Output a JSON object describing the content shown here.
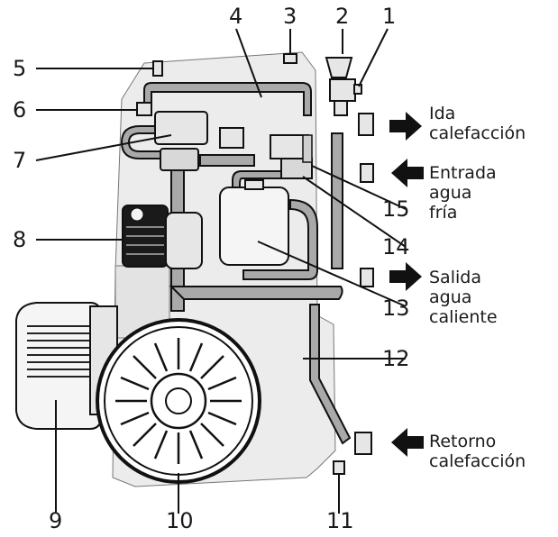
{
  "callouts": {
    "c1": "1",
    "c2": "2",
    "c3": "3",
    "c4": "4",
    "c5": "5",
    "c6": "6",
    "c7": "7",
    "c8": "8",
    "c9": "9",
    "c10": "10",
    "c11": "11",
    "c12": "12",
    "c13": "13",
    "c14": "14",
    "c15": "15"
  },
  "labels": {
    "ida": [
      "Ida",
      "calefacción"
    ],
    "entrada": [
      "Entrada",
      "agua",
      "fría"
    ],
    "salida": [
      "Salida",
      "agua",
      "caliente"
    ],
    "retorno": [
      "Retorno",
      "calefacción"
    ]
  },
  "colors": {
    "pipe": "#a9a9a9",
    "body": "#ececec",
    "ink": "#111111"
  }
}
